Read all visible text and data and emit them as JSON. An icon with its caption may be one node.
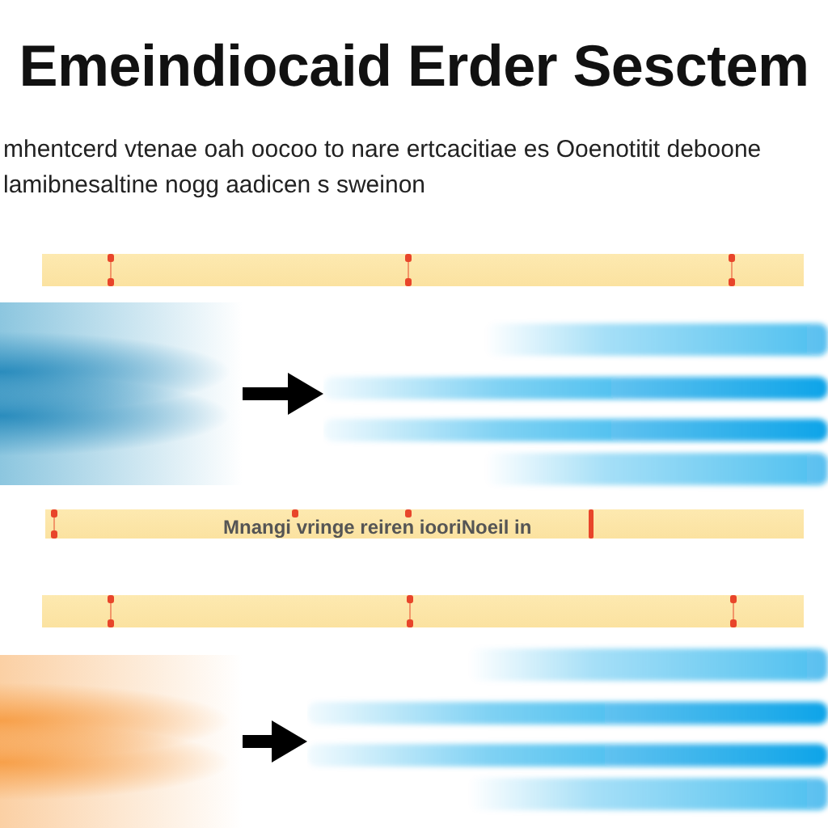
{
  "diagram": {
    "title": "Emeindiocaid Erder Sesctem",
    "nodes": [
      {
        "text": [],
        "shape": "bar"
      },
      {
        "text": [],
        "shape": "band"
      },
      {
        "text": [],
        "shape": "band"
      },
      {
        "text": [
          "Mnangi vringe reiren iooriNoeil in"
        ]
      },
      {
        "text": [],
        "shape": "bar"
      },
      {
        "text": [],
        "shape": "band"
      },
      {
        "text": [],
        "shape": "band"
      }
    ],
    "edges": [
      {
        "from": 1,
        "to": 2,
        "arrow": "to"
      },
      {
        "from": 5,
        "to": 6,
        "arrow": "to"
      }
    ],
    "labels": [
      "mhentcerd vtenae oah oocoo to nare ertcacitiae es Ooenotitit deboone lamibnesaltine nogg aadicen s sweinon"
    ]
  }
}
